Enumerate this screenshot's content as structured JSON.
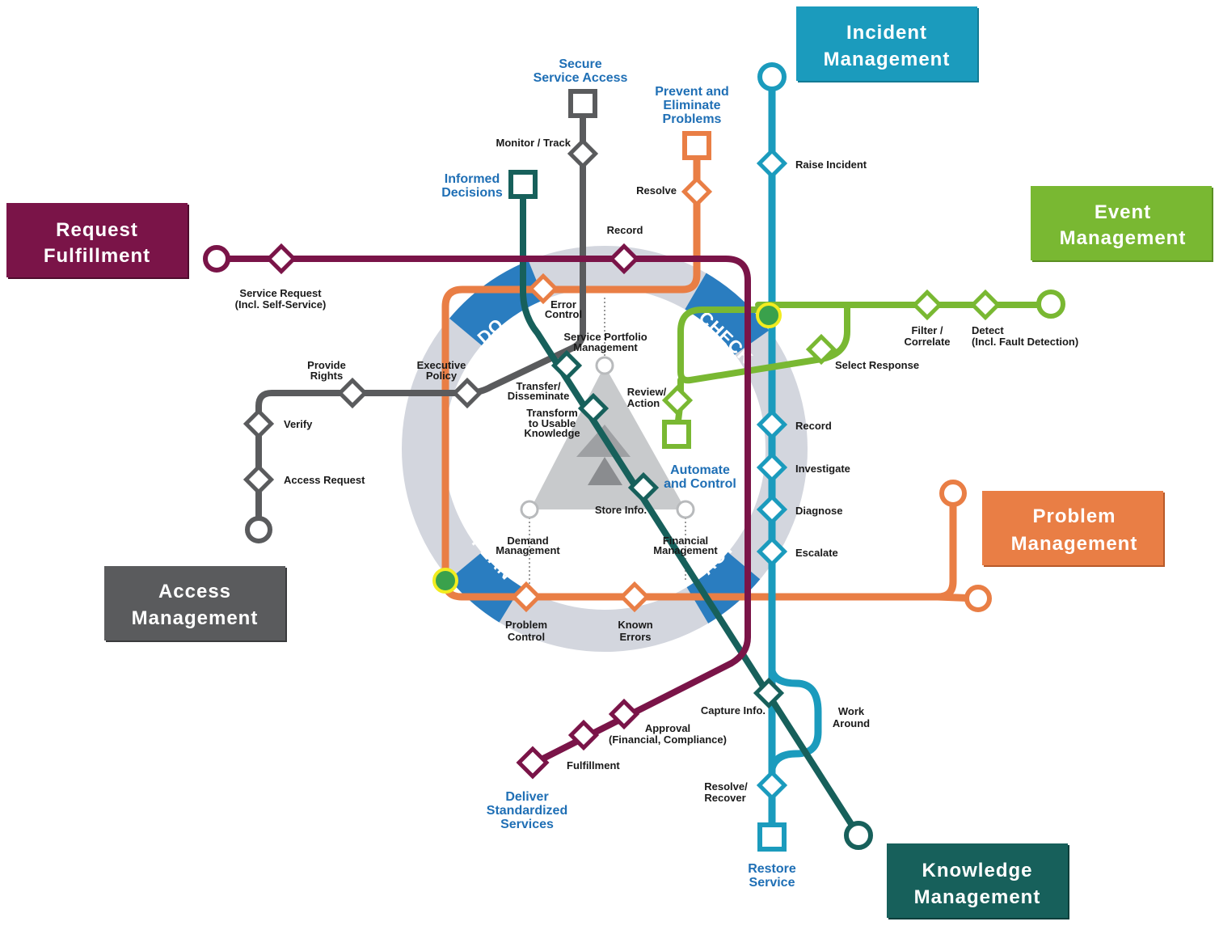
{
  "colors": {
    "request": "#7a1448",
    "access": "#5a5b5d",
    "incident": "#1b9bbd",
    "event": "#79b832",
    "problem": "#e97e45",
    "knowledge": "#17605b",
    "cycle_ring": "#d3d6de",
    "cycle_blue": "#2a7dc0",
    "dest_text": "#1f6fb5",
    "station_green": "#3aa14c",
    "station_ring": "#f2ec1f"
  },
  "boxes": {
    "incident": [
      "Incident",
      "Management"
    ],
    "event": [
      "Event",
      "Management"
    ],
    "request": [
      "Request",
      "Fulfillment"
    ],
    "access": [
      "Access",
      "Management"
    ],
    "problem": [
      "Problem",
      "Management"
    ],
    "knowledge": [
      "Knowledge",
      "Management"
    ]
  },
  "cycle": {
    "do": "DO",
    "check": "CHECK",
    "plan": "PLAN",
    "act": "ACT"
  },
  "destinations": {
    "secure": [
      "Secure",
      "Service Access"
    ],
    "prevent": [
      "Prevent and",
      "Eliminate",
      "Problems"
    ],
    "informed": [
      "Informed",
      "Decisions"
    ],
    "automate": [
      "Automate",
      "and Control"
    ],
    "deliver": [
      "Deliver",
      "Standardized",
      "Services"
    ],
    "restore": [
      "Restore",
      "Service"
    ]
  },
  "stations": {
    "monitor_track": "Monitor / Track",
    "resolve_problem": "Resolve",
    "record_request": "Record",
    "service_request": [
      "Service Request",
      "(Incl. Self-Service)"
    ],
    "error_control": [
      "Error",
      "Control"
    ],
    "service_portfolio": [
      "Service Portfolio",
      "Management"
    ],
    "executive_policy": [
      "Executive",
      "Policy"
    ],
    "provide_rights": [
      "Provide",
      "Rights"
    ],
    "verify": "Verify",
    "access_request": "Access Request",
    "transfer": [
      "Transfer/",
      "Disseminate"
    ],
    "transform": [
      "Transform",
      "to Usable",
      "Knowledge"
    ],
    "review_action": [
      "Review/",
      "Action"
    ],
    "store_info": "Store Info.",
    "demand": [
      "Demand",
      "Management"
    ],
    "financial": [
      "Financial",
      "Management"
    ],
    "problem_control": [
      "Problem",
      "Control"
    ],
    "known_errors": [
      "Known",
      "Errors"
    ],
    "raise_incident": "Raise Incident",
    "filter": [
      "Filter /",
      "Correlate"
    ],
    "detect": [
      "Detect",
      "(Incl. Fault Detection)"
    ],
    "select_response": "Select Response",
    "record_incident": "Record",
    "investigate": "Investigate",
    "diagnose": "Diagnose",
    "escalate": "Escalate",
    "capture_info": "Capture Info.",
    "work_around": [
      "Work",
      "Around"
    ],
    "approval": [
      "Approval",
      "(Financial, Compliance)"
    ],
    "fulfillment": "Fulfillment",
    "resolve_recover": [
      "Resolve/",
      "Recover"
    ]
  }
}
